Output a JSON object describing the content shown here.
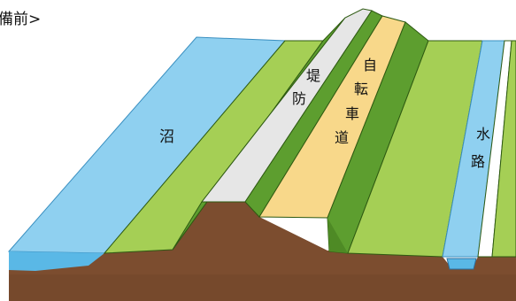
{
  "title": "備前>",
  "labels": {
    "pond": "沼",
    "levee": [
      "堤",
      "防"
    ],
    "bike_path": [
      "自",
      "転",
      "車",
      "道"
    ],
    "waterway": [
      "水",
      "路"
    ]
  },
  "colors": {
    "water": "#8fd0f0",
    "grass_light": "#a5cf55",
    "grass_dark": "#5d9e2f",
    "levee_top": "#e6e6e6",
    "bike_path": "#f8d88a",
    "soil": "#7c4d2f",
    "outline": "#2e5a12"
  }
}
